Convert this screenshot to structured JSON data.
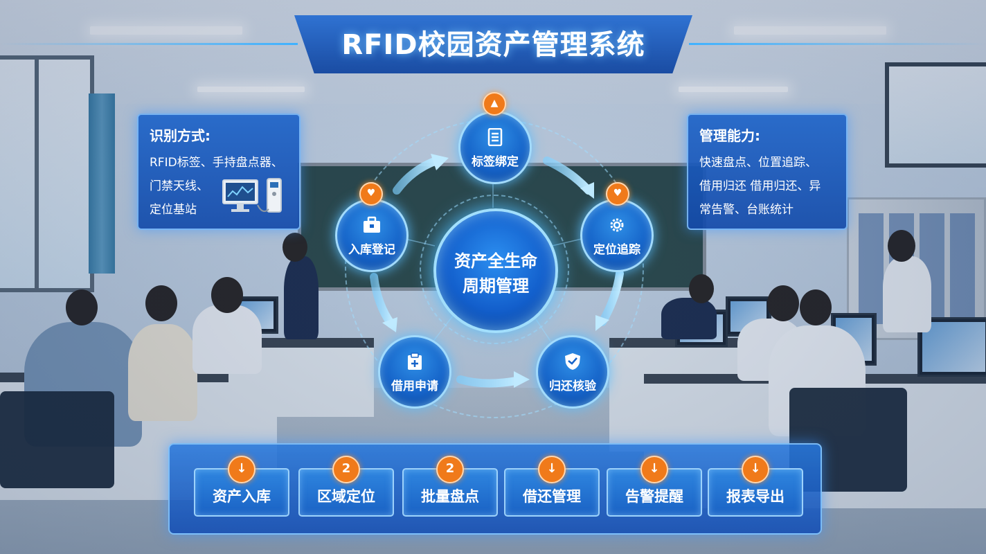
{
  "title": "RFID校园资产管理系统",
  "colors": {
    "primary_blue": "#1664c9",
    "accent_orange": "#f07a1a",
    "glow": "#5abeff"
  },
  "identification_panel": {
    "title": "识别方式:",
    "lines": [
      "RFID标签、手持盘点器、",
      "门禁天线、",
      "定位基站"
    ],
    "icon": "computer-and-reader-icon"
  },
  "management_panel": {
    "title": "管理能力:",
    "lines": [
      "快速盘点、位置追踪、",
      "借用归还 借用归还、异",
      "常告警、台账统计"
    ]
  },
  "lifecycle": {
    "center_line1": "资产全生命",
    "center_line2": "周期管理",
    "nodes": [
      {
        "label": "标签绑定",
        "icon": "document-list-icon",
        "badge": "▲"
      },
      {
        "label": "定位追踪",
        "icon": "gear-icon",
        "badge": "♥"
      },
      {
        "label": "归还核验",
        "icon": "shield-check-icon",
        "badge": ""
      },
      {
        "label": "借用申请",
        "icon": "clipboard-plus-icon",
        "badge": ""
      },
      {
        "label": "入库登记",
        "icon": "briefcase-icon",
        "badge": "♥"
      }
    ]
  },
  "modules": [
    {
      "label": "资产入库",
      "badge": "↓"
    },
    {
      "label": "区域定位",
      "badge": "2"
    },
    {
      "label": "批量盘点",
      "badge": "2"
    },
    {
      "label": "借还管理",
      "badge": "↓"
    },
    {
      "label": "告警提醒",
      "badge": "↓"
    },
    {
      "label": "报表导出",
      "badge": "↓"
    }
  ]
}
